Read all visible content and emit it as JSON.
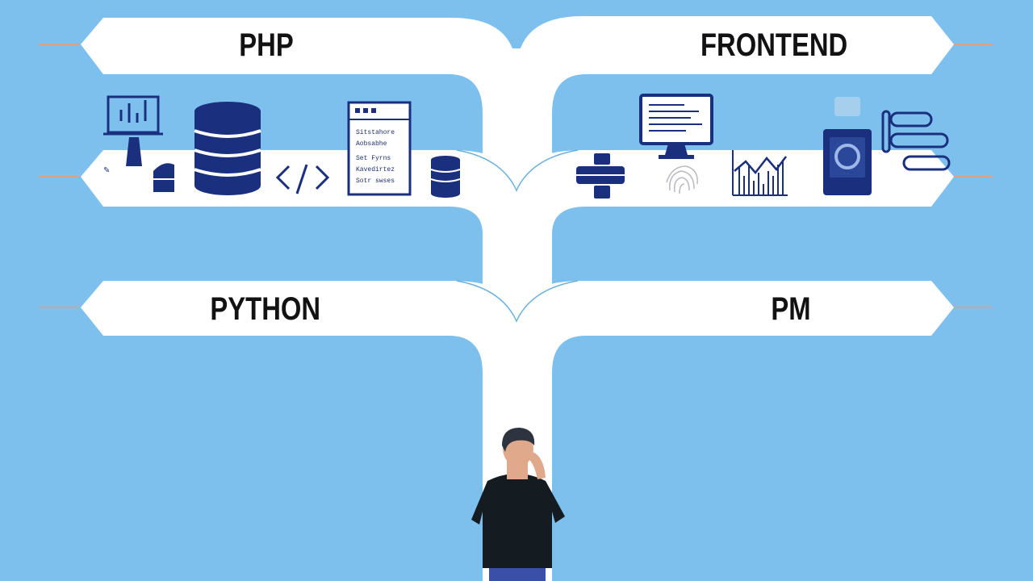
{
  "scene": {
    "background_color": "#7dc0ee",
    "road_color": "#ffffff",
    "icon_color": "#1a2f7e"
  },
  "signs": {
    "php": "PHP",
    "frontend": "FRONTEND",
    "python": "PYTHON",
    "pm": "PM"
  },
  "doc_panel_lines": [
    "Sitstahore",
    "Aobsabhe",
    "Set Fyrns",
    "Kavedirtez",
    "Sotr swses"
  ],
  "icons_left": [
    "monitor-chart-icon",
    "database-icon",
    "code-tag-icon",
    "document-panel-icon",
    "small-database-icon",
    "bucket-icon"
  ],
  "icons_right": [
    "code-monitor-icon",
    "flow-shape-icon",
    "fingerprint-icon",
    "bar-graph-icon",
    "server-device-icon",
    "chain-link-icon"
  ],
  "person": "person-thinking"
}
